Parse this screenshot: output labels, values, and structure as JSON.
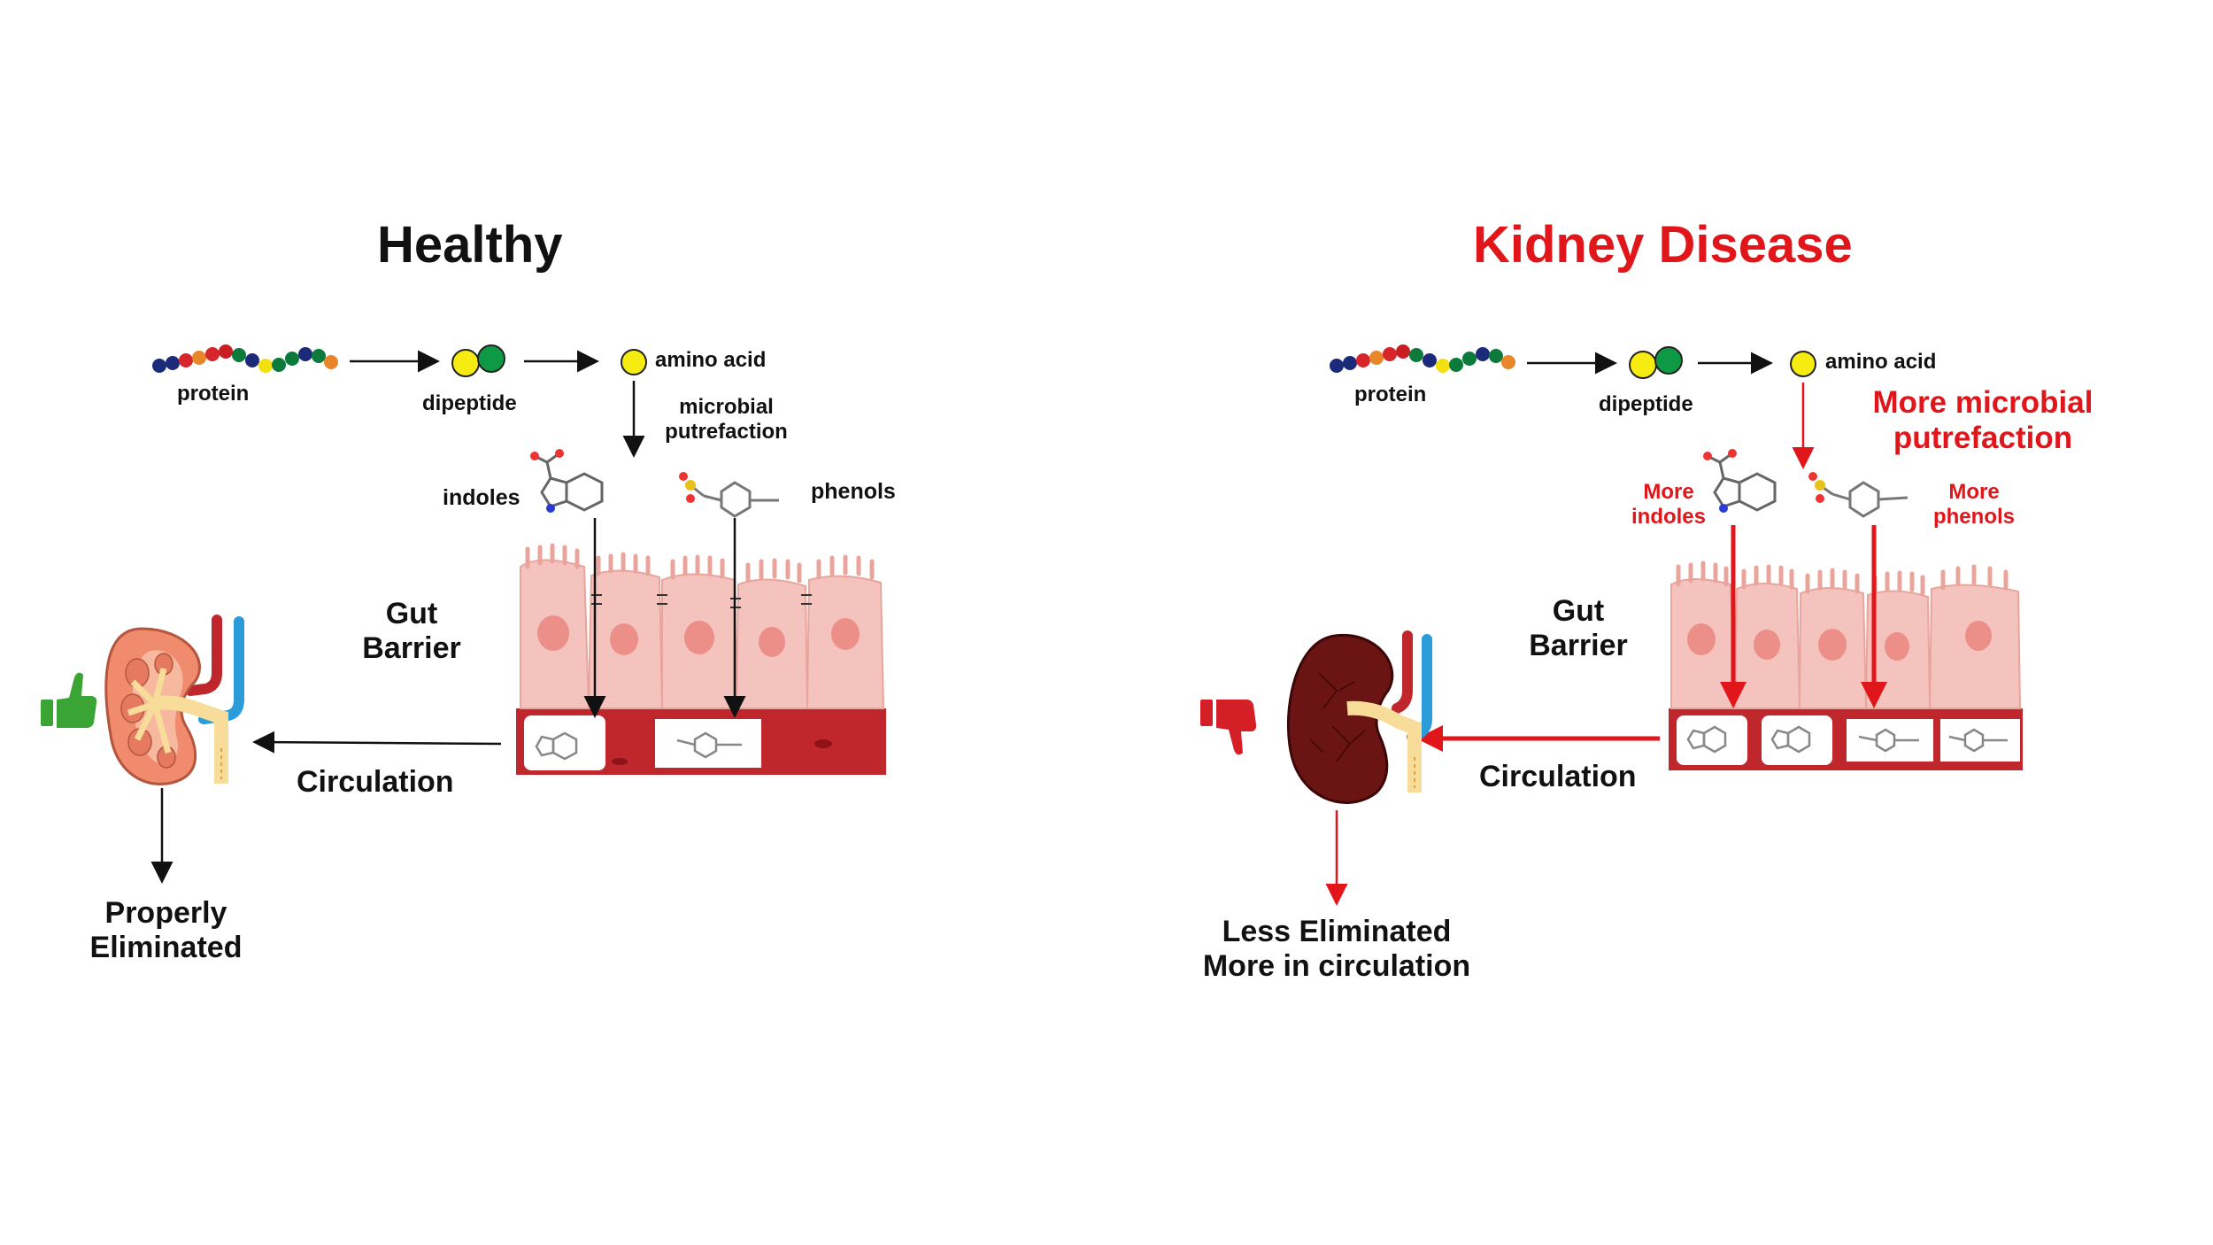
{
  "healthy": {
    "title": "Healthy",
    "protein": "protein",
    "dipeptide": "dipeptide",
    "amino_acid": "amino acid",
    "putrefaction": "microbial\nputrefaction",
    "indoles": "indoles",
    "phenols": "phenols",
    "gut_barrier": "Gut\nBarrier",
    "circulation": "Circulation",
    "outcome": "Properly\nEliminated",
    "thumb_icon": "thumbs-up-icon"
  },
  "disease": {
    "title": "Kidney Disease",
    "protein": "protein",
    "dipeptide": "dipeptide",
    "amino_acid": "amino acid",
    "putrefaction": "More microbial\nputrefaction",
    "indoles": "More\nindoles",
    "phenols": "More\nphenols",
    "gut_barrier": "Gut\nBarrier",
    "circulation": "Circulation",
    "outcome": "Less Eliminated\nMore in circulation",
    "thumb_icon": "thumbs-down-icon"
  },
  "colors": {
    "accent_red": "#e0161b",
    "text": "#111111",
    "thumb_up": "#3aa534",
    "thumb_down": "#d51f27",
    "gut_cell": "#f5c3be",
    "blood": "#c0272d",
    "kidney_healthy": "#f08c6d",
    "kidney_diseased": "#6b1414"
  }
}
